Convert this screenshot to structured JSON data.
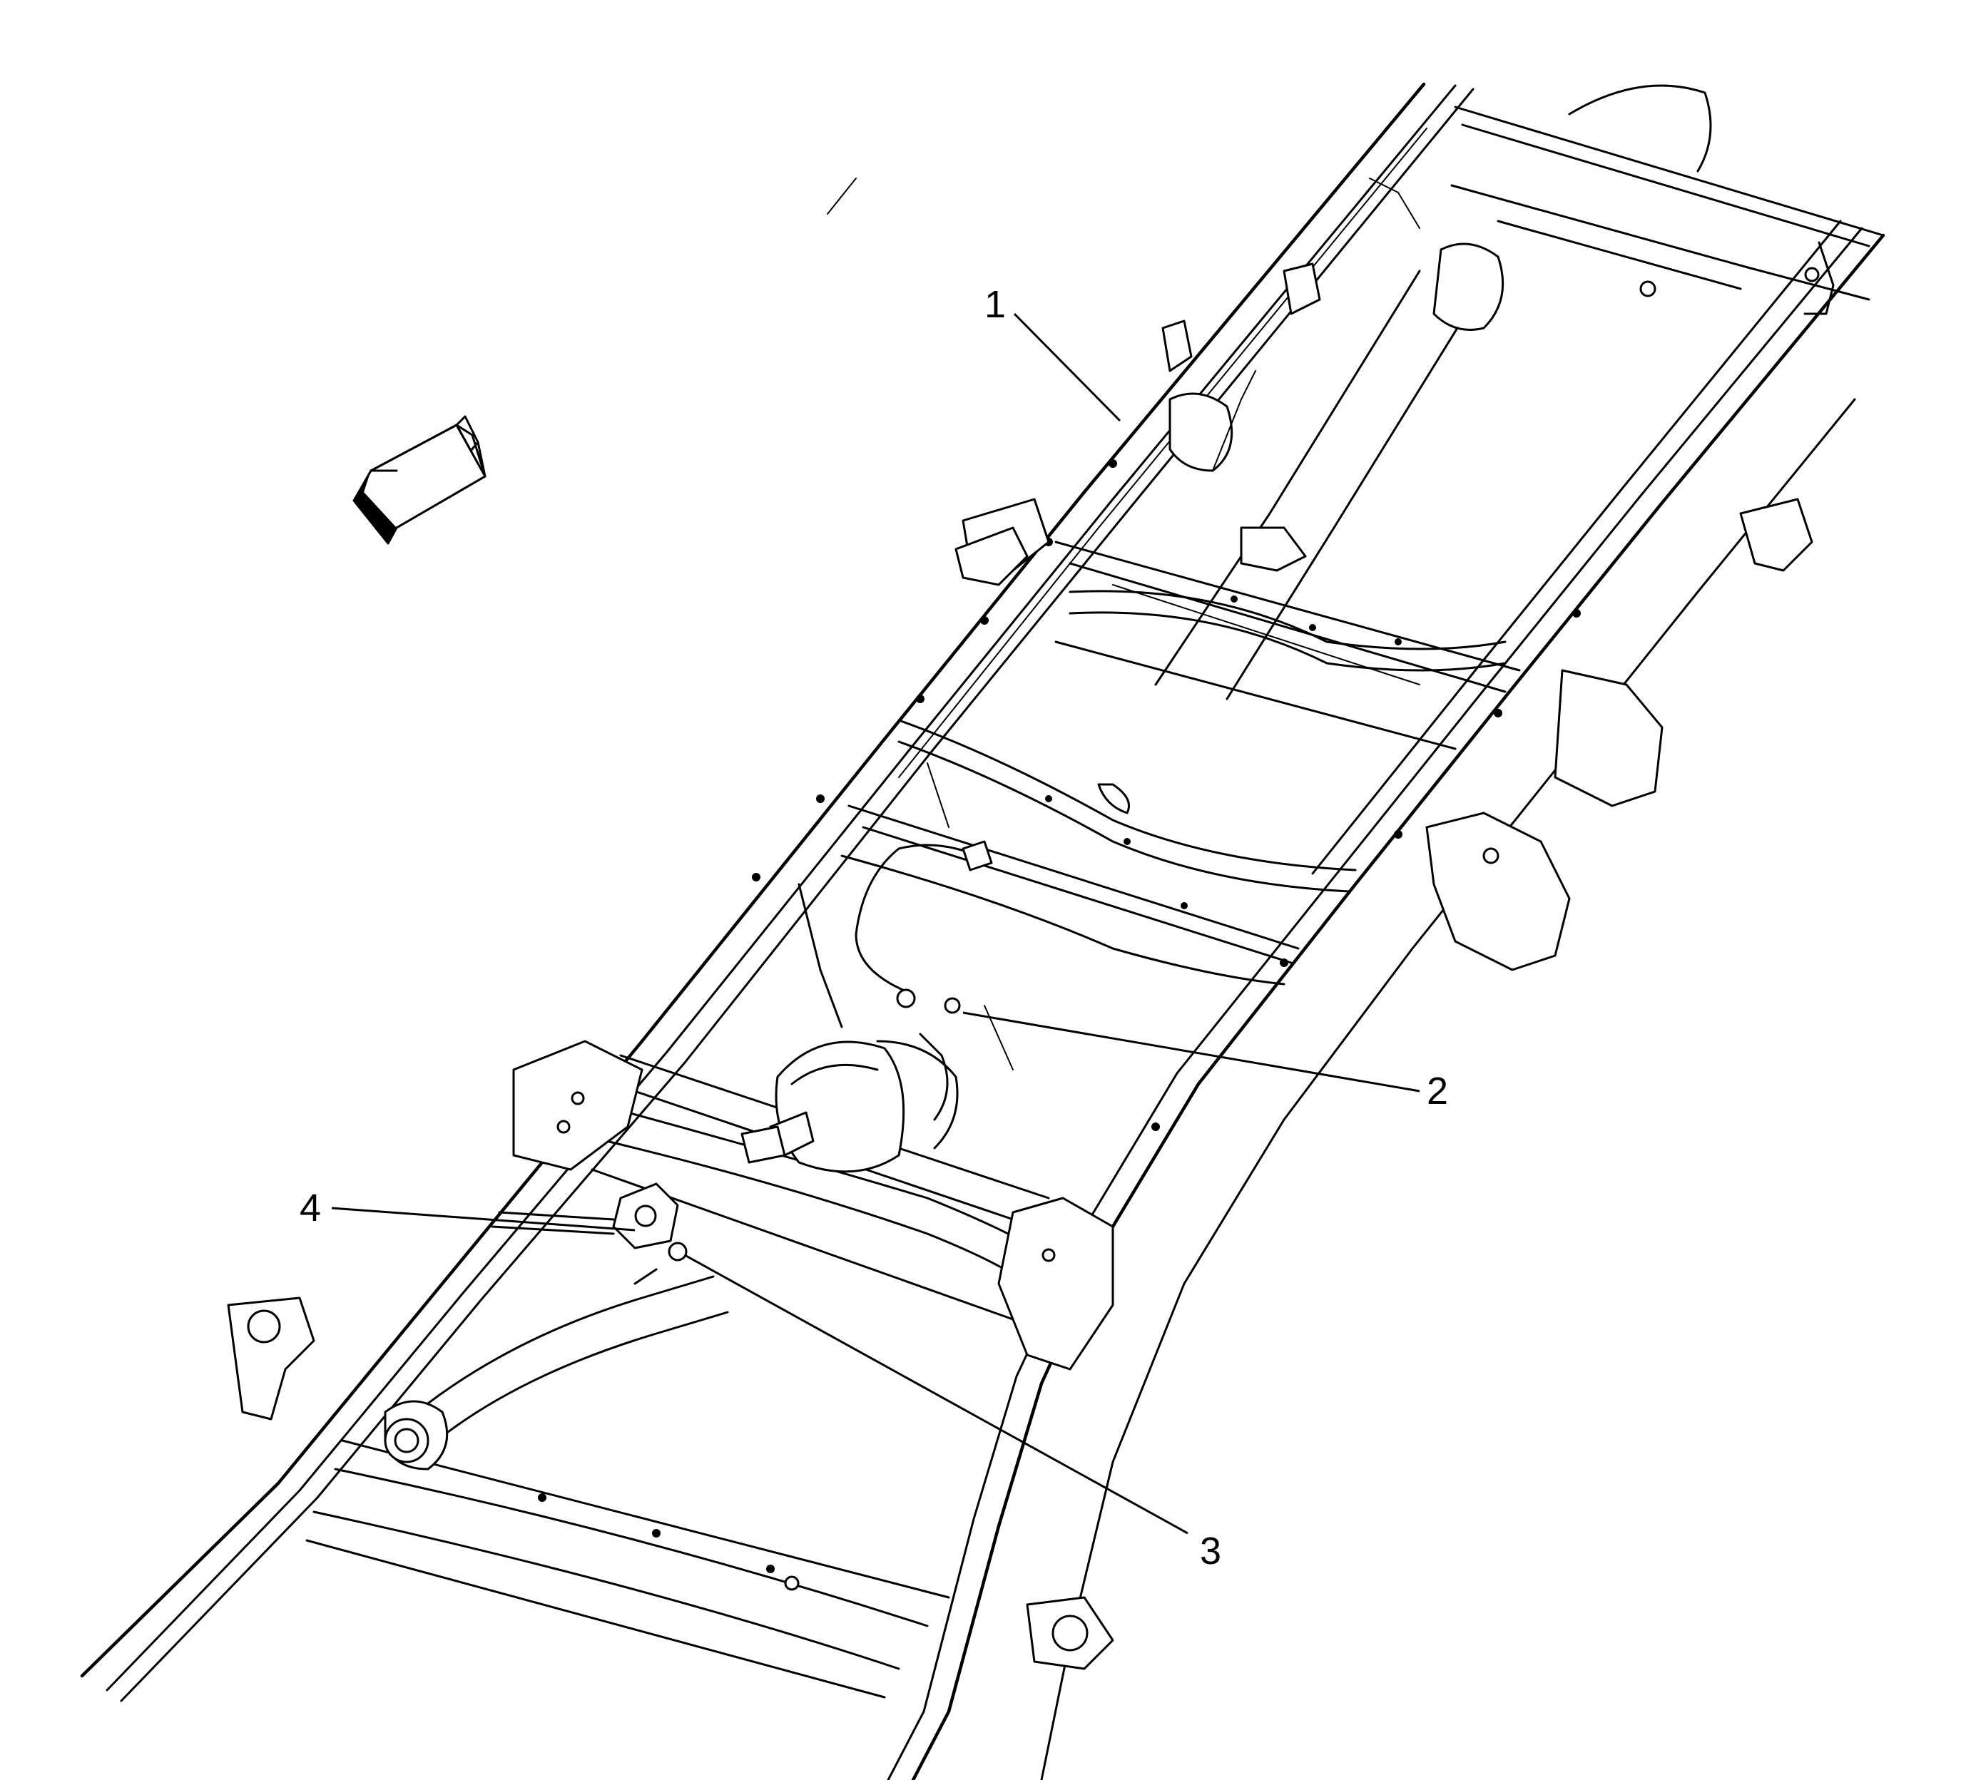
{
  "diagram": {
    "callouts": [
      {
        "id": "1",
        "label": "1"
      },
      {
        "id": "2",
        "label": "2"
      },
      {
        "id": "3",
        "label": "3"
      },
      {
        "id": "4",
        "label": "4"
      }
    ],
    "icons": {
      "direction_arrow": "forward-direction-arrow-icon"
    },
    "colors": {
      "line": "#000000",
      "background": "#ffffff"
    }
  }
}
